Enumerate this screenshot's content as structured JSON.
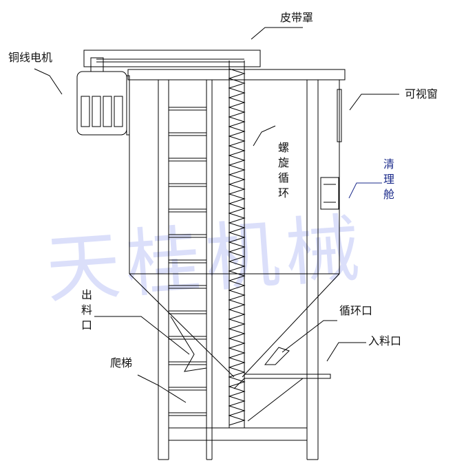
{
  "watermark": "天桂机械",
  "labels": {
    "belt_cover": "皮带罩",
    "motor": "铜线电机",
    "sight_window": "可视窗",
    "spiral_circulation": "螺旋循环",
    "cleaning_hatch": "清理舱",
    "discharge_port": "出料口",
    "circulation_port": "循环口",
    "inlet_port": "入料口",
    "ladder": "爬梯"
  },
  "colors": {
    "line": "#000000",
    "accent_text": "#1a2a8a",
    "watermark": "#5a6ee6"
  }
}
